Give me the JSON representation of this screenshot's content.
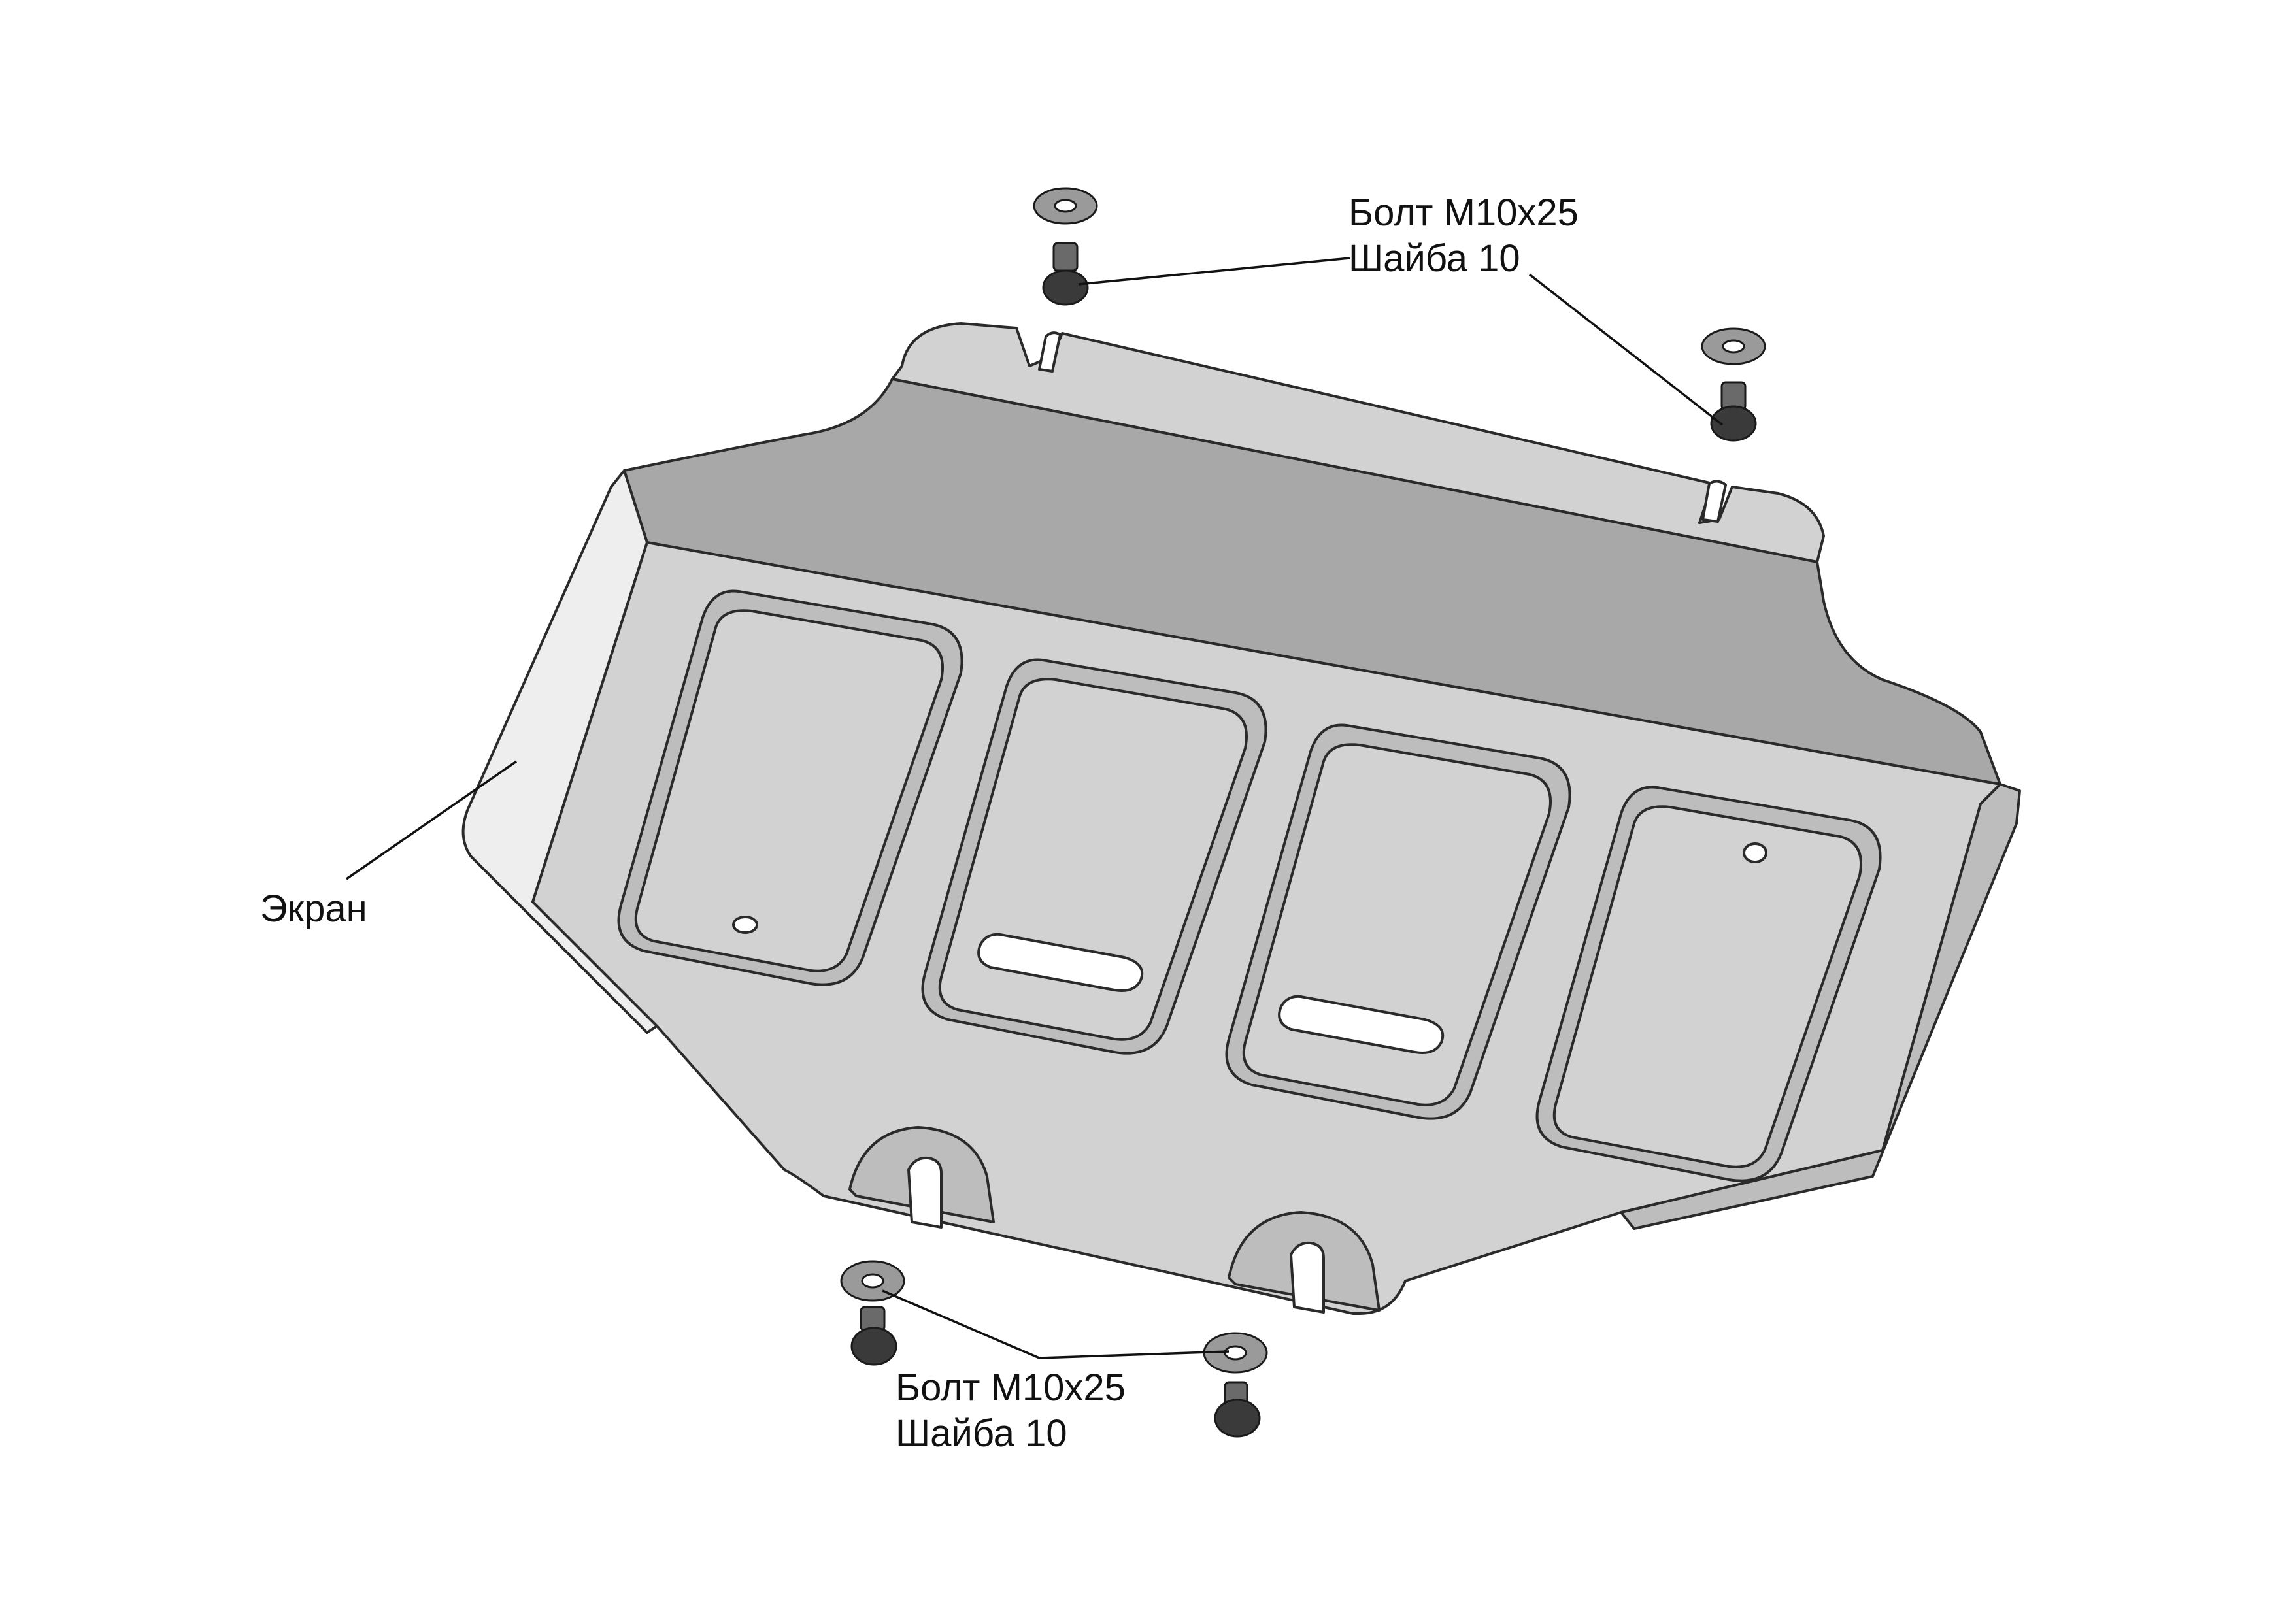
{
  "labels": {
    "top_bolt": "Болт М10х25",
    "top_washer": "Шайба 10",
    "bottom_bolt": "Болт М10х25",
    "bottom_washer": "Шайба 10",
    "screen": "Экран"
  },
  "colors": {
    "plate_light": "#d2d2d2",
    "plate_mid": "#bdbdbd",
    "plate_dark": "#a8a8a8",
    "plate_side": "#eeeeee",
    "outline": "#2a2a2a",
    "bolt": "#3a3a3a",
    "washer": "#9a9a9a"
  }
}
